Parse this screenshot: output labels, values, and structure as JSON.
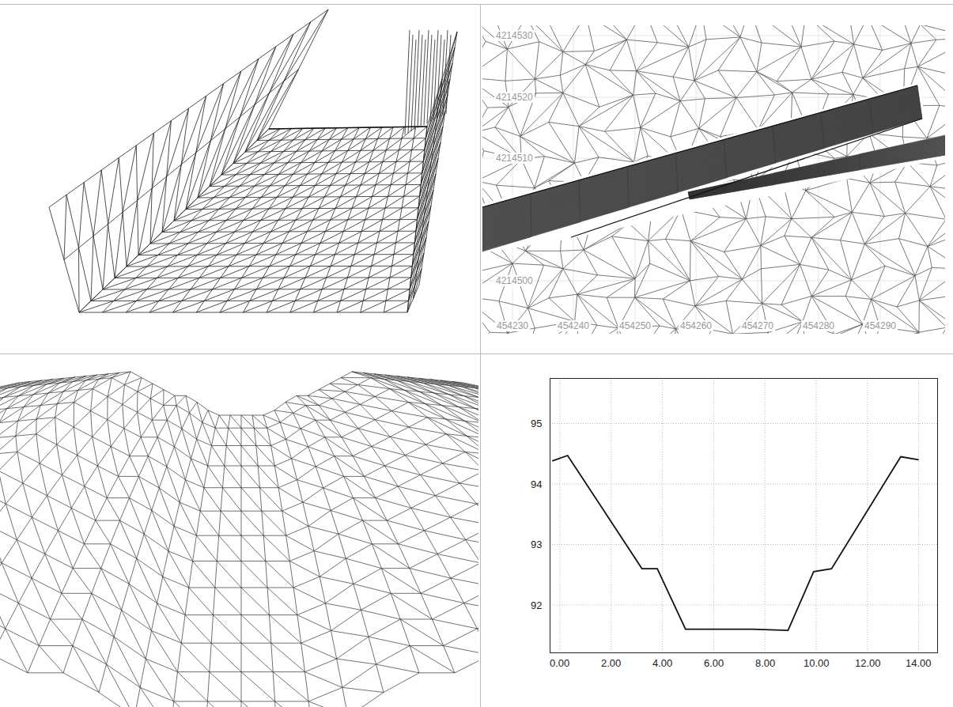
{
  "diagram": {
    "labels": [
      "4214530",
      "4214520",
      "4214510",
      "4214500",
      "454230",
      "454240",
      "454250",
      "454260",
      "454270",
      "454280",
      "454290",
      "95",
      "94",
      "93",
      "92",
      "0.00",
      "2.00",
      "4.00",
      "6.00",
      "8.00",
      "10.00",
      "12.00",
      "14.00"
    ]
  }
}
